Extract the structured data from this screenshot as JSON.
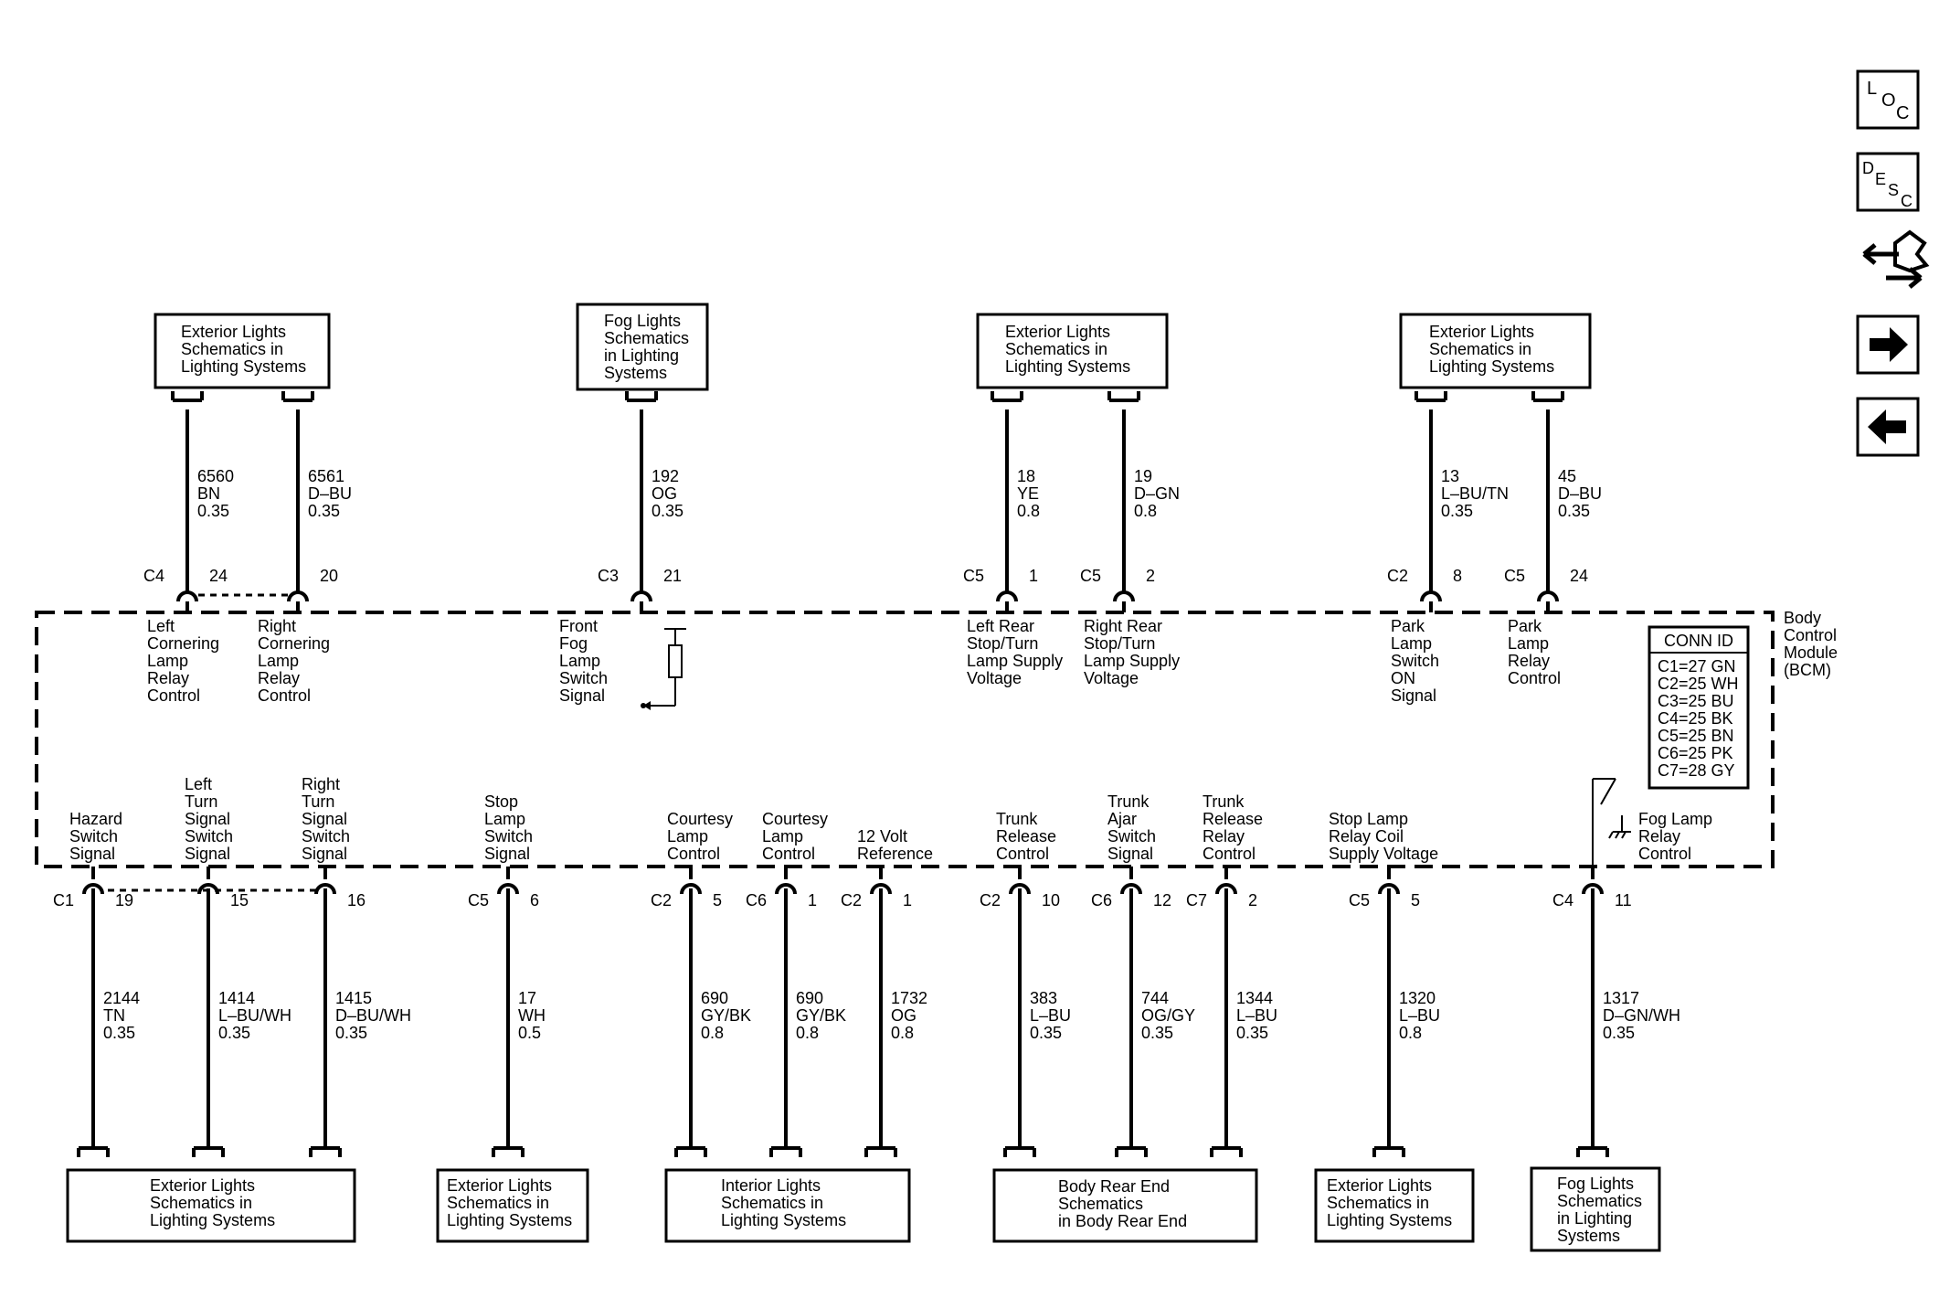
{
  "module": {
    "label": [
      "Body",
      "Control",
      "Module",
      "(BCM)"
    ]
  },
  "conn_id": {
    "title": "CONN ID",
    "rows": [
      "C1=27 GN",
      "C2=25 WH",
      "C3=25 BU",
      "C4=25 BK",
      "C5=25 BN",
      "C6=25 PK",
      "C7=28 GY"
    ]
  },
  "nav": {
    "loc": [
      "L",
      "O",
      "C"
    ],
    "desc": [
      "D",
      "E",
      "S",
      "C"
    ]
  },
  "top_boxes": [
    {
      "lines": [
        "Exterior Lights",
        "Schematics in",
        "Lighting Systems"
      ]
    },
    {
      "lines": [
        "Fog Lights",
        "Schematics",
        "in Lighting",
        "Systems"
      ]
    },
    {
      "lines": [
        "Exterior Lights",
        "Schematics in",
        "Lighting Systems"
      ]
    },
    {
      "lines": [
        "Exterior Lights",
        "Schematics in",
        "Lighting Systems"
      ]
    }
  ],
  "bottom_boxes": [
    {
      "lines": [
        "Exterior Lights",
        "Schematics in",
        "Lighting Systems"
      ]
    },
    {
      "lines": [
        "Exterior Lights",
        "Schematics in",
        "Lighting Systems"
      ]
    },
    {
      "lines": [
        "Interior Lights",
        "Schematics in",
        "Lighting Systems"
      ]
    },
    {
      "lines": [
        "Body Rear End",
        "Schematics",
        "in Body Rear End"
      ]
    },
    {
      "lines": [
        "Exterior Lights",
        "Schematics in",
        "Lighting Systems"
      ]
    },
    {
      "lines": [
        "Fog Lights",
        "Schematics",
        "in Lighting",
        "Systems"
      ]
    }
  ],
  "top_wires": [
    {
      "conn": "C4",
      "pin": "24",
      "circuit": [
        "6560",
        "BN",
        "0.35"
      ],
      "function": [
        "Left",
        "Cornering",
        "Lamp",
        "Relay",
        "Control"
      ]
    },
    {
      "conn": "",
      "pin": "20",
      "circuit": [
        "6561",
        "D–BU",
        "0.35"
      ],
      "function": [
        "Right",
        "Cornering",
        "Lamp",
        "Relay",
        "Control"
      ]
    },
    {
      "conn": "C3",
      "pin": "21",
      "circuit": [
        "192",
        "OG",
        "0.35"
      ],
      "function": [
        "Front",
        "Fog",
        "Lamp",
        "Switch",
        "Signal"
      ]
    },
    {
      "conn": "C5",
      "pin": "1",
      "circuit": [
        "18",
        "YE",
        "0.8"
      ],
      "function": [
        "Left Rear",
        "Stop/Turn",
        "Lamp Supply",
        "Voltage"
      ]
    },
    {
      "conn": "C5",
      "pin": "2",
      "circuit": [
        "19",
        "D–GN",
        "0.8"
      ],
      "function": [
        "Right Rear",
        "Stop/Turn",
        "Lamp Supply",
        "Voltage"
      ]
    },
    {
      "conn": "C2",
      "pin": "8",
      "circuit": [
        "13",
        "L–BU/TN",
        "0.35"
      ],
      "function": [
        "Park",
        "Lamp",
        "Switch",
        "ON",
        "Signal"
      ]
    },
    {
      "conn": "C5",
      "pin": "24",
      "circuit": [
        "45",
        "D–BU",
        "0.35"
      ],
      "function": [
        "Park",
        "Lamp",
        "Relay",
        "Control"
      ]
    }
  ],
  "bottom_wires": [
    {
      "conn": "C1",
      "pin": "19",
      "circuit": [
        "2144",
        "TN",
        "0.35"
      ],
      "function": [
        "Hazard",
        "Switch",
        "Signal"
      ]
    },
    {
      "conn": "",
      "pin": "15",
      "circuit": [
        "1414",
        "L–BU/WH",
        "0.35"
      ],
      "function": [
        "Left",
        "Turn",
        "Signal",
        "Switch",
        "Signal"
      ]
    },
    {
      "conn": "",
      "pin": "16",
      "circuit": [
        "1415",
        "D–BU/WH",
        "0.35"
      ],
      "function": [
        "Right",
        "Turn",
        "Signal",
        "Switch",
        "Signal"
      ]
    },
    {
      "conn": "C5",
      "pin": "6",
      "circuit": [
        "17",
        "WH",
        "0.5"
      ],
      "function": [
        "Stop",
        "Lamp",
        "Switch",
        "Signal"
      ]
    },
    {
      "conn": "C2",
      "pin": "5",
      "circuit": [
        "690",
        "GY/BK",
        "0.8"
      ],
      "function": [
        "Courtesy",
        "Lamp",
        "Control"
      ]
    },
    {
      "conn": "C6",
      "pin": "1",
      "circuit": [
        "690",
        "GY/BK",
        "0.8"
      ],
      "function": [
        "Courtesy",
        "Lamp",
        "Control"
      ]
    },
    {
      "conn": "C2",
      "pin": "1",
      "circuit": [
        "1732",
        "OG",
        "0.8"
      ],
      "function": [
        "12 Volt",
        "Reference"
      ]
    },
    {
      "conn": "C2",
      "pin": "10",
      "circuit": [
        "383",
        "L–BU",
        "0.35"
      ],
      "function": [
        "Trunk",
        "Release",
        "Control"
      ]
    },
    {
      "conn": "C6",
      "pin": "12",
      "circuit": [
        "744",
        "OG/GY",
        "0.35"
      ],
      "function": [
        "Trunk",
        "Ajar",
        "Switch",
        "Signal"
      ]
    },
    {
      "conn": "C7",
      "pin": "2",
      "circuit": [
        "1344",
        "L–BU",
        "0.35"
      ],
      "function": [
        "Trunk",
        "Release",
        "Relay",
        "Control"
      ]
    },
    {
      "conn": "C5",
      "pin": "5",
      "circuit": [
        "1320",
        "L–BU",
        "0.8"
      ],
      "function": [
        "Stop Lamp",
        "Relay Coil",
        "Supply Voltage"
      ]
    },
    {
      "conn": "C4",
      "pin": "11",
      "circuit": [
        "1317",
        "D–GN/WH",
        "0.35"
      ],
      "function": [
        "Fog Lamp",
        "Relay",
        "Control"
      ]
    }
  ]
}
